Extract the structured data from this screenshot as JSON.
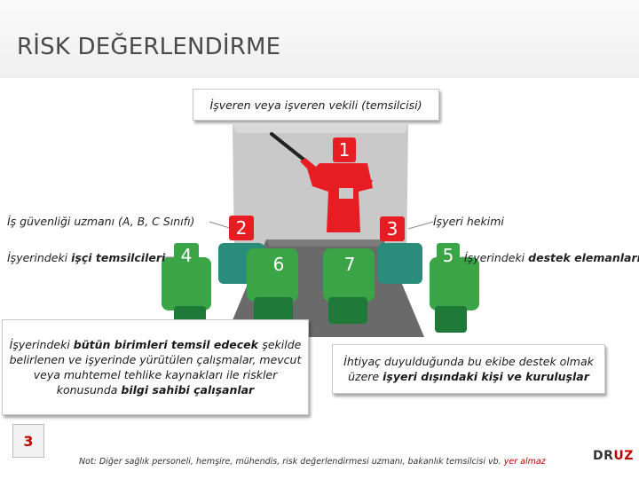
{
  "title": "RİSK DEĞERLENDİRME",
  "employer_box": {
    "text": "İşveren veya işveren vekili (temsilcisi)"
  },
  "numbers": [
    "1",
    "2",
    "3",
    "4",
    "5",
    "6",
    "7"
  ],
  "labels": {
    "safety_expert": "İş güvenliği uzmanı (A, B, C Sınıfı)",
    "worker_rep_prefix": "İşyerindeki ",
    "worker_rep_bold": "işçi temsilcileri",
    "doctor": "İşyeri hekimi",
    "support_prefix": "İşyerindeki ",
    "support_bold": "destek elemanları"
  },
  "left_box": {
    "p1": "İşyerindeki ",
    "b1": "bütün birimleri temsil edecek ",
    "p2": "şekilde belirlenen ve işyerinde yürütülen çalışmalar, mevcut veya muhtemel tehlike kaynakları ile riskler konusunda ",
    "b2": "bilgi sahibi çalışanlar"
  },
  "right_box": {
    "p1": "İhtiyaç duyulduğunda bu ekibe destek olmak üzere ",
    "b1": "işyeri dışındaki kişi ve kuruluşlar"
  },
  "footer": {
    "page": "3",
    "note_main": "Not: Diğer sağlık personeli, hemşire, mühendis, risk değerlendirmesi uzmanı, bakanlık temsilcisi vb. ",
    "note_highlight": "yer almaz",
    "logo_a": "DR",
    "logo_b": "UZ"
  },
  "colors": {
    "red": "#e61e24",
    "green": "#3aa447",
    "dark_green": "#1f7a3a",
    "teal": "#2a8c7a",
    "board": "#c9c9c9",
    "table": "#6a6a6a"
  }
}
